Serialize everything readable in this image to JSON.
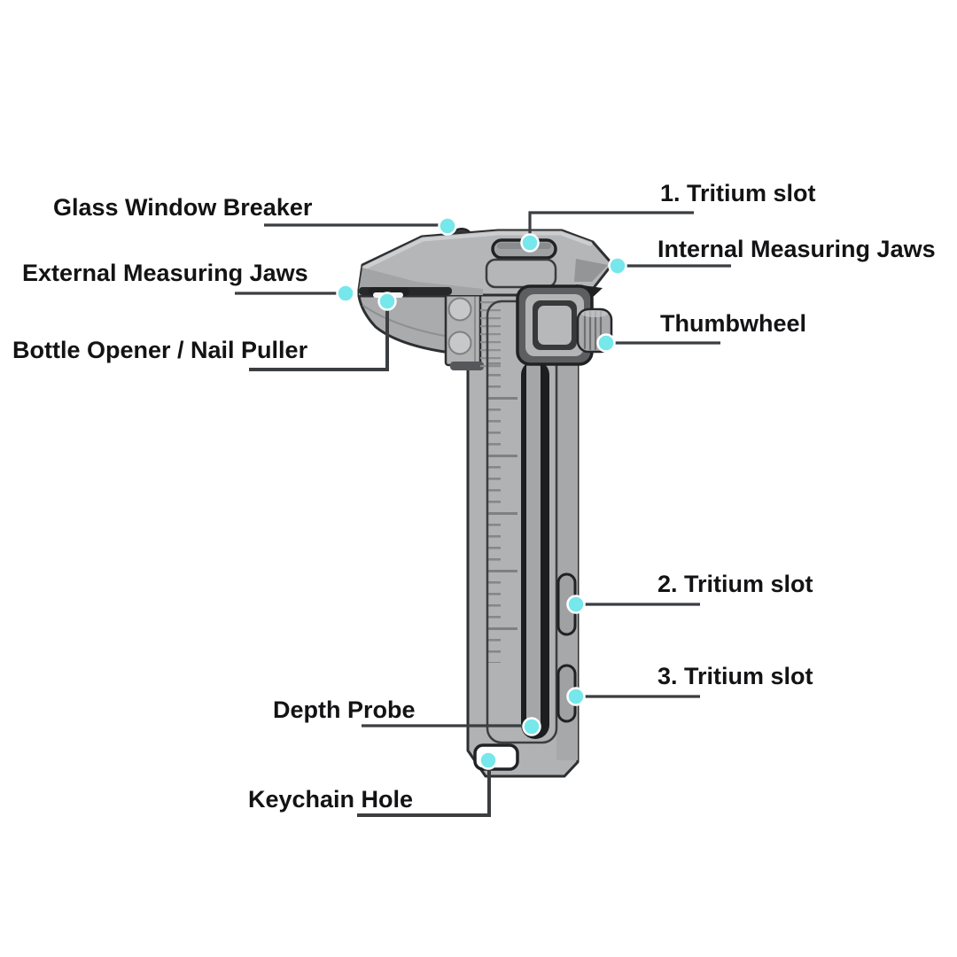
{
  "diagram": {
    "subject": "multi-tool pocket caliper with labeled features",
    "background_color": "#FFFFFF"
  },
  "palette": {
    "accent_dot": "#76E7EA",
    "dot_outline": "#FFFFFF",
    "leader_line": "#3B3E41",
    "label_text": "#131315",
    "tool_body_light": "#B4B6B8",
    "tool_body_mid": "#A6A8AA",
    "tool_outline": "#2D2F31",
    "slot_dark": "#1C1E20"
  },
  "callouts": {
    "glass_window_breaker": {
      "label": "Glass Window Breaker"
    },
    "external_measuring_jaws": {
      "label": "External Measuring Jaws"
    },
    "bottle_opener_nail_puller": {
      "label": "Bottle Opener / Nail Puller"
    },
    "tritium_slot_1": {
      "label": "1. Tritium slot"
    },
    "internal_measuring_jaws": {
      "label": "Internal Measuring Jaws"
    },
    "thumbwheel": {
      "label": "Thumbwheel"
    },
    "tritium_slot_2": {
      "label": "2. Tritium slot"
    },
    "tritium_slot_3": {
      "label": "3. Tritium slot"
    },
    "depth_probe": {
      "label": "Depth Probe"
    },
    "keychain_hole": {
      "label": "Keychain Hole"
    }
  }
}
